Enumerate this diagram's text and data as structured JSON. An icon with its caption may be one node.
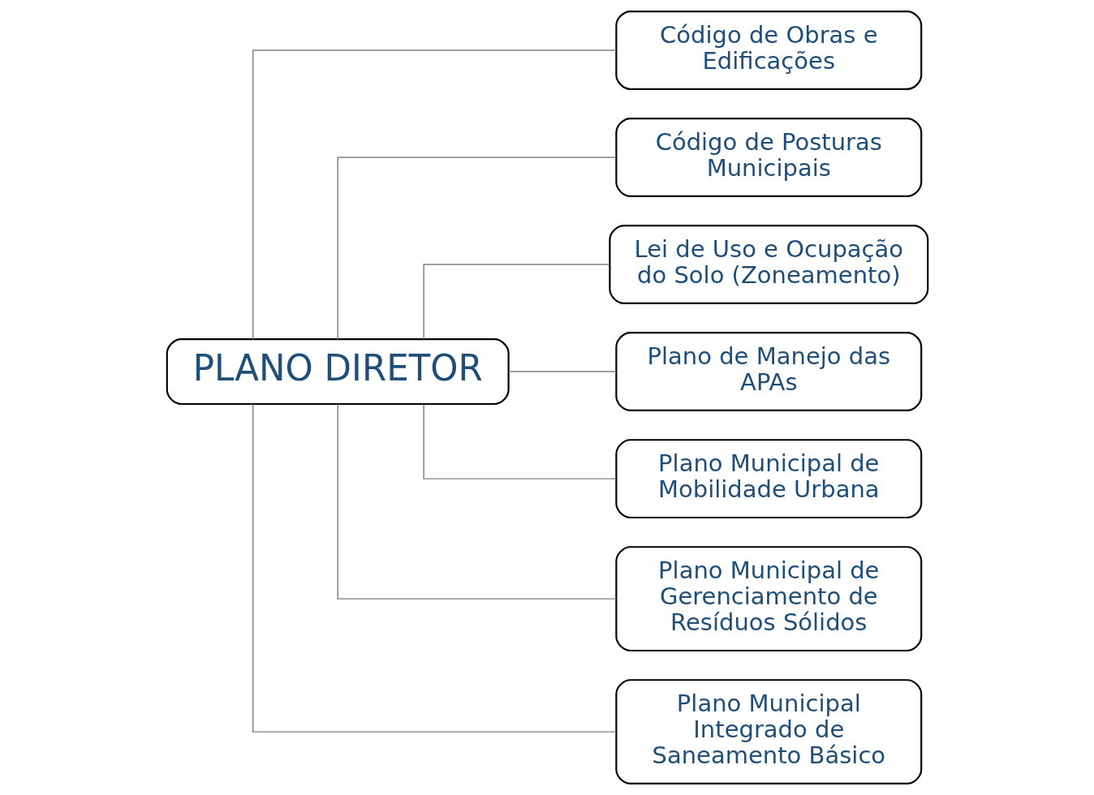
{
  "diagram": {
    "nodes": [
      {
        "text": [
          "PLANO DIRETOR"
        ]
      },
      {
        "text": [
          "Código de Obras e Edificações"
        ]
      },
      {
        "text": [
          "Código de Posturas Municipais"
        ]
      },
      {
        "text": [
          "Lei de Uso e Ocupação do Solo (Zoneamento)"
        ]
      },
      {
        "text": [
          "Plano de Manejo das APAs"
        ]
      },
      {
        "text": [
          "Plano Municipal de Mobilidade Urbana"
        ]
      },
      {
        "text": [
          "Plano Municipal de Gerenciamento de Resíduos Sólidos"
        ]
      },
      {
        "text": [
          "Plano Municipal Integrado de Saneamento Básico"
        ]
      }
    ],
    "edges": [
      {
        "from": 0,
        "to": 1,
        "arrow": "none"
      },
      {
        "from": 0,
        "to": 2,
        "arrow": "none"
      },
      {
        "from": 0,
        "to": 3,
        "arrow": "none"
      },
      {
        "from": 0,
        "to": 4,
        "arrow": "none"
      },
      {
        "from": 0,
        "to": 5,
        "arrow": "none"
      },
      {
        "from": 0,
        "to": 6,
        "arrow": "none"
      },
      {
        "from": 0,
        "to": 7,
        "arrow": "none"
      }
    ]
  }
}
